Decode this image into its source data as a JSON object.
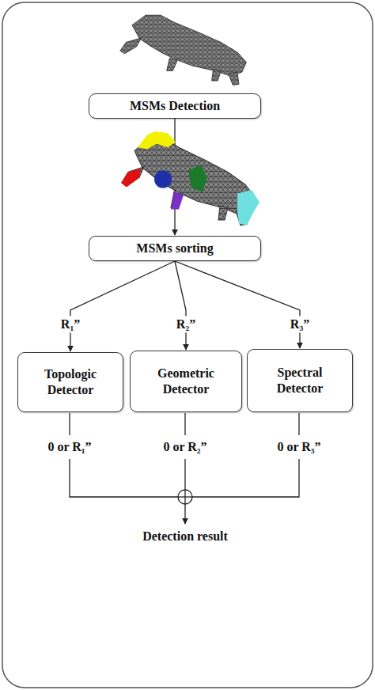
{
  "diagram": {
    "nodes": [
      {
        "text": [
          "MSMs Detection"
        ]
      },
      {
        "text": [
          "MSMs sorting"
        ]
      },
      {
        "text": [
          "Topologic Detector"
        ]
      },
      {
        "text": [
          "Geometric Detector"
        ]
      },
      {
        "text": [
          "Spectral Detector"
        ]
      }
    ],
    "edges": [
      {
        "from": 0,
        "to": 1,
        "arrow": "to"
      },
      {
        "from": 1,
        "to": 2,
        "label": "R₁”",
        "arrow": "to"
      },
      {
        "from": 1,
        "to": 3,
        "label": "R₂”",
        "arrow": "to"
      },
      {
        "from": 1,
        "to": 4,
        "label": "R₃”",
        "arrow": "to"
      }
    ],
    "labels": [
      "0 or R₁”",
      "0 or R₂”",
      "0 or R₃”",
      "Detection result"
    ]
  }
}
